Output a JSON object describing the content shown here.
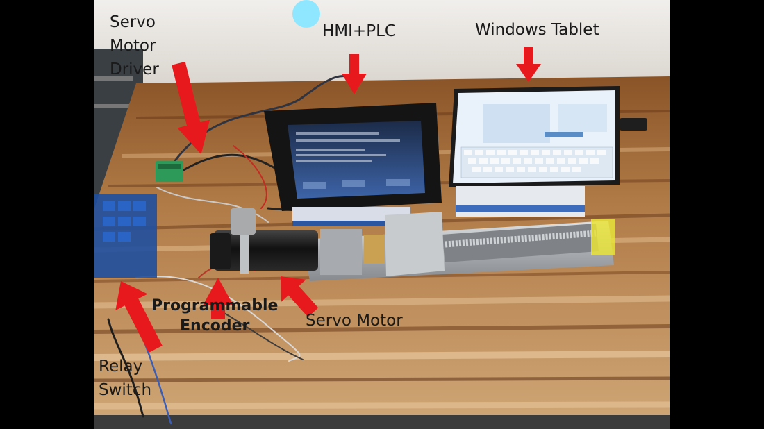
{
  "labels": {
    "servo_motor_driver": "Servo\nMotor\nDriver",
    "hmi_plc": "HMI+PLC",
    "windows_tablet": "Windows Tablet",
    "programmable_encoder": "Programmable\nEncoder",
    "servo_motor": "Servo Motor",
    "relay_switch": "Relay\nSwitch"
  },
  "colors": {
    "annotation_arrow": "#e8191c",
    "wall": "#e9e6e2",
    "wood_light": "#c79a67",
    "wood_dark": "#6e3f1e",
    "aluminum": "#b9bcbf",
    "hmi_screen": "#2d4f8d",
    "tablet_screen": "#e9f2fa",
    "led": "#8fe7ff"
  }
}
